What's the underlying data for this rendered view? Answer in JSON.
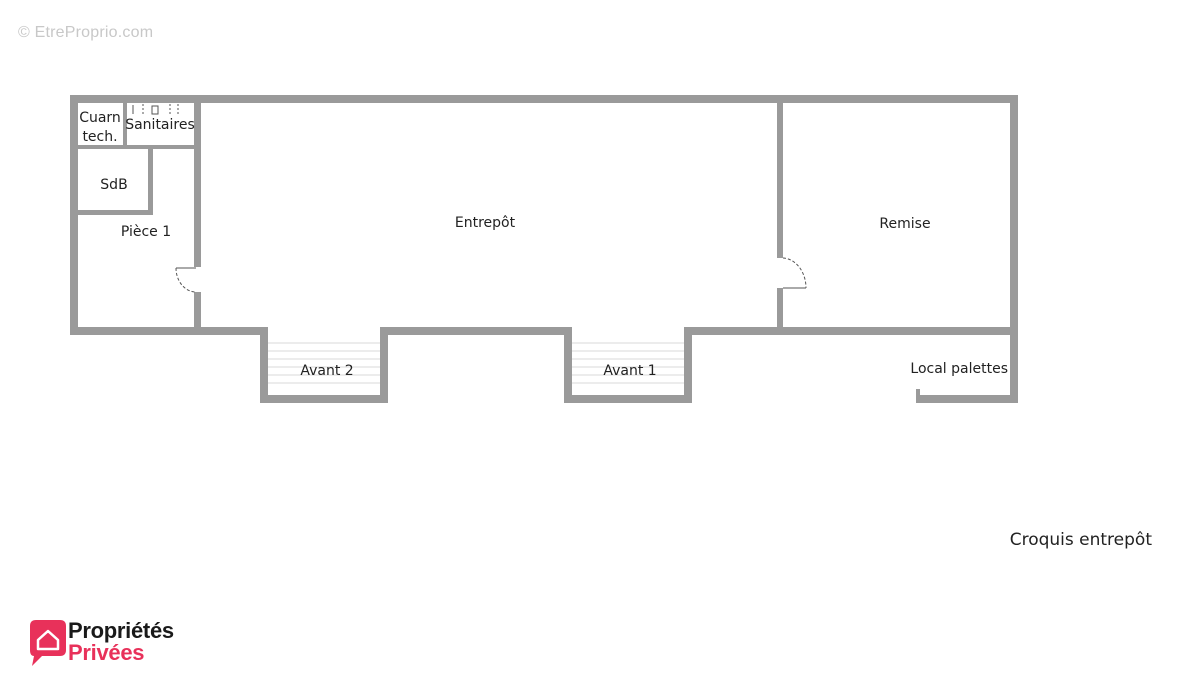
{
  "watermark": "© EtreProprio.com",
  "rooms": {
    "cuarn": "Cuarn",
    "tech": "tech.",
    "sanitaires": "Sanitaires",
    "sdb": "SdB",
    "piece1": "Pièce 1",
    "entrepot": "Entrepôt",
    "remise": "Remise",
    "avant2": "Avant 2",
    "avant1": "Avant 1",
    "local_palettes": "Local palettes"
  },
  "caption": "Croquis entrepôt",
  "brand": {
    "line1": "Propriétés",
    "line2": "Privées",
    "accent_color": "#e8315a"
  },
  "colors": {
    "wall": "#9a9a9a"
  }
}
